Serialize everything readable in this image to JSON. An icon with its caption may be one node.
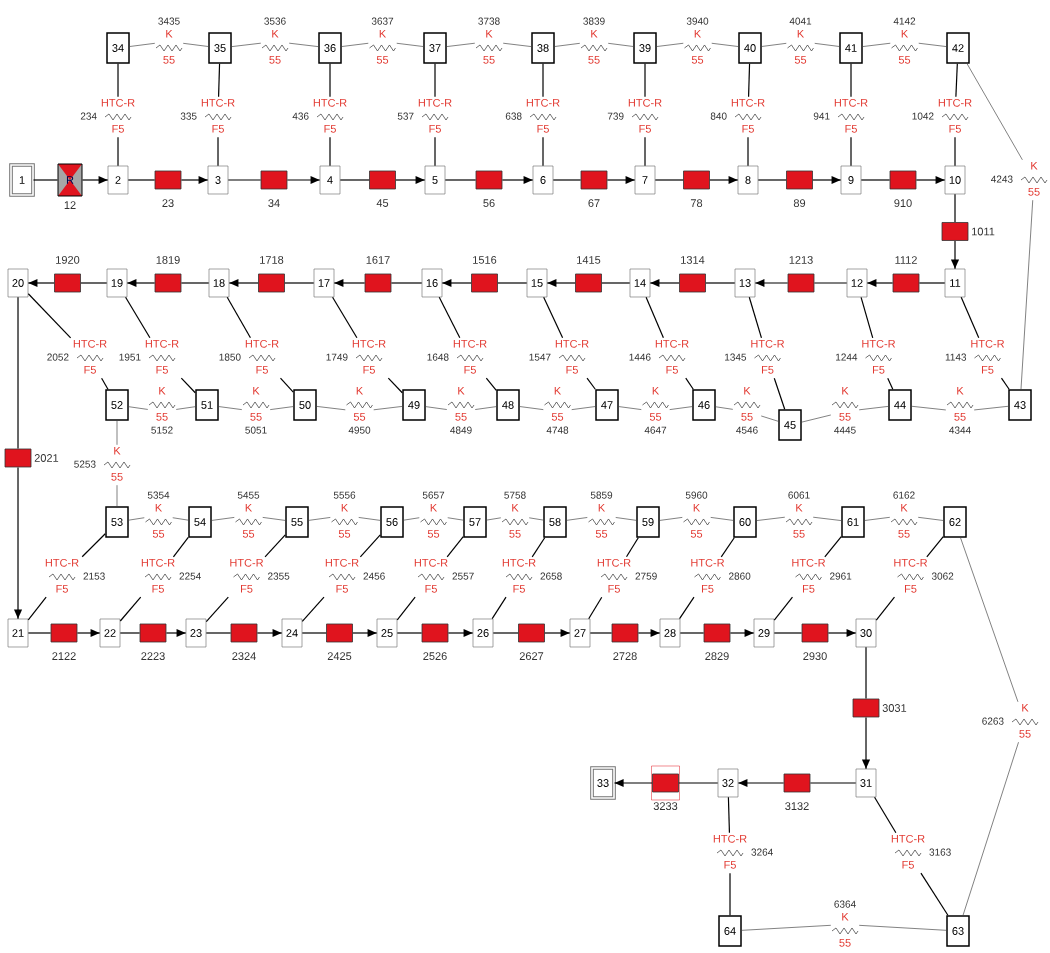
{
  "diagram": {
    "nodes": [
      {
        "text": [
          "1"
        ]
      },
      {
        "text": [
          "2"
        ]
      },
      {
        "text": [
          "3"
        ]
      },
      {
        "text": [
          "4"
        ]
      },
      {
        "text": [
          "5"
        ]
      },
      {
        "text": [
          "6"
        ]
      },
      {
        "text": [
          "7"
        ]
      },
      {
        "text": [
          "8"
        ]
      },
      {
        "text": [
          "9"
        ]
      },
      {
        "text": [
          "10"
        ]
      },
      {
        "text": [
          "11"
        ]
      },
      {
        "text": [
          "12"
        ]
      },
      {
        "text": [
          "13"
        ]
      },
      {
        "text": [
          "14"
        ]
      },
      {
        "text": [
          "15"
        ]
      },
      {
        "text": [
          "16"
        ]
      },
      {
        "text": [
          "17"
        ]
      },
      {
        "text": [
          "18"
        ]
      },
      {
        "text": [
          "19"
        ]
      },
      {
        "text": [
          "20"
        ]
      },
      {
        "text": [
          "21"
        ]
      },
      {
        "text": [
          "22"
        ]
      },
      {
        "text": [
          "23"
        ]
      },
      {
        "text": [
          "24"
        ]
      },
      {
        "text": [
          "25"
        ]
      },
      {
        "text": [
          "26"
        ]
      },
      {
        "text": [
          "27"
        ]
      },
      {
        "text": [
          "28"
        ]
      },
      {
        "text": [
          "29"
        ]
      },
      {
        "text": [
          "30"
        ]
      },
      {
        "text": [
          "31"
        ]
      },
      {
        "text": [
          "32"
        ]
      },
      {
        "text": [
          "33"
        ]
      },
      {
        "text": [
          "34"
        ]
      },
      {
        "text": [
          "35"
        ]
      },
      {
        "text": [
          "36"
        ]
      },
      {
        "text": [
          "37"
        ]
      },
      {
        "text": [
          "38"
        ]
      },
      {
        "text": [
          "39"
        ]
      },
      {
        "text": [
          "40"
        ]
      },
      {
        "text": [
          "41"
        ]
      },
      {
        "text": [
          "42"
        ]
      },
      {
        "text": [
          "43"
        ]
      },
      {
        "text": [
          "44"
        ]
      },
      {
        "text": [
          "45"
        ]
      },
      {
        "text": [
          "46"
        ]
      },
      {
        "text": [
          "47"
        ]
      },
      {
        "text": [
          "48"
        ]
      },
      {
        "text": [
          "49"
        ]
      },
      {
        "text": [
          "50"
        ]
      },
      {
        "text": [
          "51"
        ]
      },
      {
        "text": [
          "52"
        ]
      },
      {
        "text": [
          "53"
        ]
      },
      {
        "text": [
          "54"
        ]
      },
      {
        "text": [
          "55"
        ]
      },
      {
        "text": [
          "56"
        ]
      },
      {
        "text": [
          "57"
        ]
      },
      {
        "text": [
          "58"
        ]
      },
      {
        "text": [
          "59"
        ]
      },
      {
        "text": [
          "60"
        ]
      },
      {
        "text": [
          "61"
        ]
      },
      {
        "text": [
          "62"
        ]
      },
      {
        "text": [
          "63"
        ]
      },
      {
        "text": [
          "64"
        ]
      },
      {
        "text": [
          "R"
        ],
        "beside": [
          "12"
        ]
      },
      {
        "text": [],
        "shape": "box",
        "beside": [
          "23"
        ]
      },
      {
        "text": [],
        "shape": "box",
        "beside": [
          "34"
        ]
      },
      {
        "text": [],
        "shape": "box",
        "beside": [
          "45"
        ]
      },
      {
        "text": [],
        "shape": "box",
        "beside": [
          "56"
        ]
      },
      {
        "text": [],
        "shape": "box",
        "beside": [
          "67"
        ]
      },
      {
        "text": [],
        "shape": "box",
        "beside": [
          "78"
        ]
      },
      {
        "text": [],
        "shape": "box",
        "beside": [
          "89"
        ]
      },
      {
        "text": [],
        "shape": "box",
        "beside": [
          "910"
        ]
      },
      {
        "text": [],
        "shape": "box",
        "beside": [
          "1011"
        ]
      },
      {
        "text": [],
        "shape": "box",
        "beside": [
          "1112"
        ]
      },
      {
        "text": [],
        "shape": "box",
        "beside": [
          "1213"
        ]
      },
      {
        "text": [],
        "shape": "box",
        "beside": [
          "1314"
        ]
      },
      {
        "text": [],
        "shape": "box",
        "beside": [
          "1415"
        ]
      },
      {
        "text": [],
        "shape": "box",
        "beside": [
          "1516"
        ]
      },
      {
        "text": [],
        "shape": "box",
        "beside": [
          "1617"
        ]
      },
      {
        "text": [],
        "shape": "box",
        "beside": [
          "1718"
        ]
      },
      {
        "text": [],
        "shape": "box",
        "beside": [
          "1819"
        ]
      },
      {
        "text": [],
        "shape": "box",
        "beside": [
          "1920"
        ]
      },
      {
        "text": [],
        "shape": "box",
        "beside": [
          "2021"
        ]
      },
      {
        "text": [],
        "shape": "box",
        "beside": [
          "2122"
        ]
      },
      {
        "text": [],
        "shape": "box",
        "beside": [
          "2223"
        ]
      },
      {
        "text": [],
        "shape": "box",
        "beside": [
          "2324"
        ]
      },
      {
        "text": [],
        "shape": "box",
        "beside": [
          "2425"
        ]
      },
      {
        "text": [],
        "shape": "box",
        "beside": [
          "2526"
        ]
      },
      {
        "text": [],
        "shape": "box",
        "beside": [
          "2627"
        ]
      },
      {
        "text": [],
        "shape": "box",
        "beside": [
          "2728"
        ]
      },
      {
        "text": [],
        "shape": "box",
        "beside": [
          "2829"
        ]
      },
      {
        "text": [],
        "shape": "box",
        "beside": [
          "2930"
        ]
      },
      {
        "text": [],
        "shape": "box",
        "beside": [
          "3031"
        ]
      },
      {
        "text": [],
        "shape": "box",
        "beside": [
          "3132"
        ]
      },
      {
        "text": [],
        "shape": "box",
        "beside": [
          "3233"
        ]
      },
      {
        "text": [
          "HTC-R",
          "234",
          "F5"
        ]
      },
      {
        "text": [
          "HTC-R",
          "335",
          "F5"
        ]
      },
      {
        "text": [
          "HTC-R",
          "436",
          "F5"
        ]
      },
      {
        "text": [
          "HTC-R",
          "537",
          "F5"
        ]
      },
      {
        "text": [
          "HTC-R",
          "638",
          "F5"
        ]
      },
      {
        "text": [
          "HTC-R",
          "739",
          "F5"
        ]
      },
      {
        "text": [
          "HTC-R",
          "840",
          "F5"
        ]
      },
      {
        "text": [
          "HTC-R",
          "941",
          "F5"
        ]
      },
      {
        "text": [
          "HTC-R",
          "1042",
          "F5"
        ]
      },
      {
        "text": [
          "HTC-R",
          "1143",
          "F5"
        ]
      },
      {
        "text": [
          "HTC-R",
          "1244",
          "F5"
        ]
      },
      {
        "text": [
          "HTC-R",
          "1345",
          "F5"
        ]
      },
      {
        "text": [
          "HTC-R",
          "1446",
          "F5"
        ]
      },
      {
        "text": [
          "HTC-R",
          "1547",
          "F5"
        ]
      },
      {
        "text": [
          "HTC-R",
          "1648",
          "F5"
        ]
      },
      {
        "text": [
          "HTC-R",
          "1749",
          "F5"
        ]
      },
      {
        "text": [
          "HTC-R",
          "1850",
          "F5"
        ]
      },
      {
        "text": [
          "HTC-R",
          "1951",
          "F5"
        ]
      },
      {
        "text": [
          "HTC-R",
          "2052",
          "F5"
        ]
      },
      {
        "text": [
          "HTC-R",
          "2153",
          "F5"
        ]
      },
      {
        "text": [
          "HTC-R",
          "2254",
          "F5"
        ]
      },
      {
        "text": [
          "HTC-R",
          "2355",
          "F5"
        ]
      },
      {
        "text": [
          "HTC-R",
          "2456",
          "F5"
        ]
      },
      {
        "text": [
          "HTC-R",
          "2557",
          "F5"
        ]
      },
      {
        "text": [
          "HTC-R",
          "2658",
          "F5"
        ]
      },
      {
        "text": [
          "HTC-R",
          "2759",
          "F5"
        ]
      },
      {
        "text": [
          "HTC-R",
          "2860",
          "F5"
        ]
      },
      {
        "text": [
          "HTC-R",
          "2961",
          "F5"
        ]
      },
      {
        "text": [
          "HTC-R",
          "3062",
          "F5"
        ]
      },
      {
        "text": [
          "HTC-R",
          "3163",
          "F5"
        ]
      },
      {
        "text": [
          "HTC-R",
          "3264",
          "F5"
        ]
      },
      {
        "text": [
          "3435",
          "K",
          "55"
        ]
      },
      {
        "text": [
          "3536",
          "K",
          "55"
        ]
      },
      {
        "text": [
          "3637",
          "K",
          "55"
        ]
      },
      {
        "text": [
          "3738",
          "K",
          "55"
        ]
      },
      {
        "text": [
          "3839",
          "K",
          "55"
        ]
      },
      {
        "text": [
          "3940",
          "K",
          "55"
        ]
      },
      {
        "text": [
          "4041",
          "K",
          "55"
        ]
      },
      {
        "text": [
          "4142",
          "K",
          "55"
        ]
      },
      {
        "text": [
          "K",
          "4243",
          "55"
        ]
      },
      {
        "text": [
          "K",
          "55",
          "4344"
        ]
      },
      {
        "text": [
          "K",
          "55",
          "4445"
        ]
      },
      {
        "text": [
          "K",
          "55",
          "4546"
        ]
      },
      {
        "text": [
          "K",
          "55",
          "4647"
        ]
      },
      {
        "text": [
          "K",
          "55",
          "4748"
        ]
      },
      {
        "text": [
          "K",
          "55",
          "4849"
        ]
      },
      {
        "text": [
          "K",
          "55",
          "4950"
        ]
      },
      {
        "text": [
          "K",
          "55",
          "5051"
        ]
      },
      {
        "text": [
          "K",
          "55",
          "5152"
        ]
      },
      {
        "text": [
          "K",
          "5253",
          "55"
        ]
      },
      {
        "text": [
          "5354",
          "K",
          "55"
        ]
      },
      {
        "text": [
          "5455",
          "K",
          "55"
        ]
      },
      {
        "text": [
          "5556",
          "K",
          "55"
        ]
      },
      {
        "text": [
          "5657",
          "K",
          "55"
        ]
      },
      {
        "text": [
          "5758",
          "K",
          "55"
        ]
      },
      {
        "text": [
          "5859",
          "K",
          "55"
        ]
      },
      {
        "text": [
          "5960",
          "K",
          "55"
        ]
      },
      {
        "text": [
          "6061",
          "K",
          "55"
        ]
      },
      {
        "text": [
          "6162",
          "K",
          "55"
        ]
      },
      {
        "text": [
          "K",
          "6263",
          "55"
        ]
      },
      {
        "text": [
          "6364",
          "K",
          "55"
        ]
      }
    ],
    "edges": [
      {
        "from": 0,
        "to": 64,
        "arrow": "none"
      },
      {
        "from": 64,
        "to": 1,
        "arrow": "to"
      },
      {
        "from": 1,
        "to": 65,
        "arrow": "none"
      },
      {
        "from": 65,
        "to": 2,
        "arrow": "to"
      },
      {
        "from": 2,
        "to": 66,
        "arrow": "none"
      },
      {
        "from": 66,
        "to": 3,
        "arrow": "to"
      },
      {
        "from": 3,
        "to": 67,
        "arrow": "none"
      },
      {
        "from": 67,
        "to": 4,
        "arrow": "to"
      },
      {
        "from": 4,
        "to": 68,
        "arrow": "none"
      },
      {
        "from": 68,
        "to": 5,
        "arrow": "to"
      },
      {
        "from": 5,
        "to": 69,
        "arrow": "none"
      },
      {
        "from": 69,
        "to": 6,
        "arrow": "to"
      },
      {
        "from": 6,
        "to": 70,
        "arrow": "none"
      },
      {
        "from": 70,
        "to": 7,
        "arrow": "to"
      },
      {
        "from": 7,
        "to": 71,
        "arrow": "none"
      },
      {
        "from": 71,
        "to": 8,
        "arrow": "to"
      },
      {
        "from": 8,
        "to": 72,
        "arrow": "none"
      },
      {
        "from": 72,
        "to": 9,
        "arrow": "to"
      },
      {
        "from": 9,
        "to": 73,
        "arrow": "none"
      },
      {
        "from": 73,
        "to": 10,
        "arrow": "to"
      },
      {
        "from": 10,
        "to": 74,
        "arrow": "none"
      },
      {
        "from": 74,
        "to": 11,
        "arrow": "to"
      },
      {
        "from": 11,
        "to": 75,
        "arrow": "none"
      },
      {
        "from": 75,
        "to": 12,
        "arrow": "to"
      },
      {
        "from": 12,
        "to": 76,
        "arrow": "none"
      },
      {
        "from": 76,
        "to": 13,
        "arrow": "to"
      },
      {
        "from": 13,
        "to": 77,
        "arrow": "none"
      },
      {
        "from": 77,
        "to": 14,
        "arrow": "to"
      },
      {
        "from": 14,
        "to": 78,
        "arrow": "none"
      },
      {
        "from": 78,
        "to": 15,
        "arrow": "to"
      },
      {
        "from": 15,
        "to": 79,
        "arrow": "none"
      },
      {
        "from": 79,
        "to": 16,
        "arrow": "to"
      },
      {
        "from": 16,
        "to": 80,
        "arrow": "none"
      },
      {
        "from": 80,
        "to": 17,
        "arrow": "to"
      },
      {
        "from": 17,
        "to": 81,
        "arrow": "none"
      },
      {
        "from": 81,
        "to": 18,
        "arrow": "to"
      },
      {
        "from": 18,
        "to": 82,
        "arrow": "none"
      },
      {
        "from": 82,
        "to": 19,
        "arrow": "to"
      },
      {
        "from": 19,
        "to": 83,
        "arrow": "none"
      },
      {
        "from": 83,
        "to": 20,
        "arrow": "to"
      },
      {
        "from": 20,
        "to": 84,
        "arrow": "none"
      },
      {
        "from": 84,
        "to": 21,
        "arrow": "to"
      },
      {
        "from": 21,
        "to": 85,
        "arrow": "none"
      },
      {
        "from": 85,
        "to": 22,
        "arrow": "to"
      },
      {
        "from": 22,
        "to": 86,
        "arrow": "none"
      },
      {
        "from": 86,
        "to": 23,
        "arrow": "to"
      },
      {
        "from": 23,
        "to": 87,
        "arrow": "none"
      },
      {
        "from": 87,
        "to": 24,
        "arrow": "to"
      },
      {
        "from": 24,
        "to": 88,
        "arrow": "none"
      },
      {
        "from": 88,
        "to": 25,
        "arrow": "to"
      },
      {
        "from": 25,
        "to": 89,
        "arrow": "none"
      },
      {
        "from": 89,
        "to": 26,
        "arrow": "to"
      },
      {
        "from": 26,
        "to": 90,
        "arrow": "none"
      },
      {
        "from": 90,
        "to": 27,
        "arrow": "to"
      },
      {
        "from": 27,
        "to": 91,
        "arrow": "none"
      },
      {
        "from": 91,
        "to": 28,
        "arrow": "to"
      },
      {
        "from": 28,
        "to": 92,
        "arrow": "none"
      },
      {
        "from": 92,
        "to": 29,
        "arrow": "to"
      },
      {
        "from": 29,
        "to": 93,
        "arrow": "none"
      },
      {
        "from": 93,
        "to": 30,
        "arrow": "to"
      },
      {
        "from": 30,
        "to": 94,
        "arrow": "none"
      },
      {
        "from": 94,
        "to": 31,
        "arrow": "to"
      },
      {
        "from": 31,
        "to": 95,
        "arrow": "none"
      },
      {
        "from": 95,
        "to": 32,
        "arrow": "to"
      },
      {
        "from": 1,
        "to": 96,
        "arrow": "none"
      },
      {
        "from": 96,
        "to": 33,
        "arrow": "none"
      },
      {
        "from": 2,
        "to": 97,
        "arrow": "none"
      },
      {
        "from": 97,
        "to": 34,
        "arrow": "none"
      },
      {
        "from": 3,
        "to": 98,
        "arrow": "none"
      },
      {
        "from": 98,
        "to": 35,
        "arrow": "none"
      },
      {
        "from": 4,
        "to": 99,
        "arrow": "none"
      },
      {
        "from": 99,
        "to": 36,
        "arrow": "none"
      },
      {
        "from": 5,
        "to": 100,
        "arrow": "none"
      },
      {
        "from": 100,
        "to": 37,
        "arrow": "none"
      },
      {
        "from": 6,
        "to": 101,
        "arrow": "none"
      },
      {
        "from": 101,
        "to": 38,
        "arrow": "none"
      },
      {
        "from": 7,
        "to": 102,
        "arrow": "none"
      },
      {
        "from": 102,
        "to": 39,
        "arrow": "none"
      },
      {
        "from": 8,
        "to": 103,
        "arrow": "none"
      },
      {
        "from": 103,
        "to": 40,
        "arrow": "none"
      },
      {
        "from": 9,
        "to": 104,
        "arrow": "none"
      },
      {
        "from": 104,
        "to": 41,
        "arrow": "none"
      },
      {
        "from": 10,
        "to": 105,
        "arrow": "none"
      },
      {
        "from": 105,
        "to": 42,
        "arrow": "none"
      },
      {
        "from": 11,
        "to": 106,
        "arrow": "none"
      },
      {
        "from": 106,
        "to": 43,
        "arrow": "none"
      },
      {
        "from": 12,
        "to": 107,
        "arrow": "none"
      },
      {
        "from": 107,
        "to": 44,
        "arrow": "none"
      },
      {
        "from": 13,
        "to": 108,
        "arrow": "none"
      },
      {
        "from": 108,
        "to": 45,
        "arrow": "none"
      },
      {
        "from": 14,
        "to": 109,
        "arrow": "none"
      },
      {
        "from": 109,
        "to": 46,
        "arrow": "none"
      },
      {
        "from": 15,
        "to": 110,
        "arrow": "none"
      },
      {
        "from": 110,
        "to": 47,
        "arrow": "none"
      },
      {
        "from": 16,
        "to": 111,
        "arrow": "none"
      },
      {
        "from": 111,
        "to": 48,
        "arrow": "none"
      },
      {
        "from": 17,
        "to": 112,
        "arrow": "none"
      },
      {
        "from": 112,
        "to": 49,
        "arrow": "none"
      },
      {
        "from": 18,
        "to": 113,
        "arrow": "none"
      },
      {
        "from": 113,
        "to": 50,
        "arrow": "none"
      },
      {
        "from": 19,
        "to": 114,
        "arrow": "none"
      },
      {
        "from": 114,
        "to": 51,
        "arrow": "none"
      },
      {
        "from": 20,
        "to": 115,
        "arrow": "none"
      },
      {
        "from": 115,
        "to": 52,
        "arrow": "none"
      },
      {
        "from": 21,
        "to": 116,
        "arrow": "none"
      },
      {
        "from": 116,
        "to": 53,
        "arrow": "none"
      },
      {
        "from": 22,
        "to": 117,
        "arrow": "none"
      },
      {
        "from": 117,
        "to": 54,
        "arrow": "none"
      },
      {
        "from": 23,
        "to": 118,
        "arrow": "none"
      },
      {
        "from": 118,
        "to": 55,
        "arrow": "none"
      },
      {
        "from": 24,
        "to": 119,
        "arrow": "none"
      },
      {
        "from": 119,
        "to": 56,
        "arrow": "none"
      },
      {
        "from": 25,
        "to": 120,
        "arrow": "none"
      },
      {
        "from": 120,
        "to": 57,
        "arrow": "none"
      },
      {
        "from": 26,
        "to": 121,
        "arrow": "none"
      },
      {
        "from": 121,
        "to": 58,
        "arrow": "none"
      },
      {
        "from": 27,
        "to": 122,
        "arrow": "none"
      },
      {
        "from": 122,
        "to": 59,
        "arrow": "none"
      },
      {
        "from": 28,
        "to": 123,
        "arrow": "none"
      },
      {
        "from": 123,
        "to": 60,
        "arrow": "none"
      },
      {
        "from": 29,
        "to": 124,
        "arrow": "none"
      },
      {
        "from": 124,
        "to": 61,
        "arrow": "none"
      },
      {
        "from": 30,
        "to": 125,
        "arrow": "none"
      },
      {
        "from": 125,
        "to": 62,
        "arrow": "none"
      },
      {
        "from": 31,
        "to": 126,
        "arrow": "none"
      },
      {
        "from": 126,
        "to": 63,
        "arrow": "none"
      },
      {
        "from": 33,
        "to": 127,
        "arrow": "none"
      },
      {
        "from": 127,
        "to": 34,
        "arrow": "none"
      },
      {
        "from": 34,
        "to": 128,
        "arrow": "none"
      },
      {
        "from": 128,
        "to": 35,
        "arrow": "none"
      },
      {
        "from": 35,
        "to": 129,
        "arrow": "none"
      },
      {
        "from": 129,
        "to": 36,
        "arrow": "none"
      },
      {
        "from": 36,
        "to": 130,
        "arrow": "none"
      },
      {
        "from": 130,
        "to": 37,
        "arrow": "none"
      },
      {
        "from": 37,
        "to": 131,
        "arrow": "none"
      },
      {
        "from": 131,
        "to": 38,
        "arrow": "none"
      },
      {
        "from": 38,
        "to": 132,
        "arrow": "none"
      },
      {
        "from": 132,
        "to": 39,
        "arrow": "none"
      },
      {
        "from": 39,
        "to": 133,
        "arrow": "none"
      },
      {
        "from": 133,
        "to": 40,
        "arrow": "none"
      },
      {
        "from": 40,
        "to": 134,
        "arrow": "none"
      },
      {
        "from": 134,
        "to": 41,
        "arrow": "none"
      },
      {
        "from": 41,
        "to": 135,
        "arrow": "none"
      },
      {
        "from": 135,
        "to": 42,
        "arrow": "none"
      },
      {
        "from": 42,
        "to": 136,
        "arrow": "none"
      },
      {
        "from": 136,
        "to": 43,
        "arrow": "none"
      },
      {
        "from": 43,
        "to": 137,
        "arrow": "none"
      },
      {
        "from": 137,
        "to": 44,
        "arrow": "none"
      },
      {
        "from": 44,
        "to": 138,
        "arrow": "none"
      },
      {
        "from": 138,
        "to": 45,
        "arrow": "none"
      },
      {
        "from": 45,
        "to": 139,
        "arrow": "none"
      },
      {
        "from": 139,
        "to": 46,
        "arrow": "none"
      },
      {
        "from": 46,
        "to": 140,
        "arrow": "none"
      },
      {
        "from": 140,
        "to": 47,
        "arrow": "none"
      },
      {
        "from": 47,
        "to": 141,
        "arrow": "none"
      },
      {
        "from": 141,
        "to": 48,
        "arrow": "none"
      },
      {
        "from": 48,
        "to": 142,
        "arrow": "none"
      },
      {
        "from": 142,
        "to": 49,
        "arrow": "none"
      },
      {
        "from": 49,
        "to": 143,
        "arrow": "none"
      },
      {
        "from": 143,
        "to": 50,
        "arrow": "none"
      },
      {
        "from": 50,
        "to": 144,
        "arrow": "none"
      },
      {
        "from": 144,
        "to": 51,
        "arrow": "none"
      },
      {
        "from": 51,
        "to": 145,
        "arrow": "none"
      },
      {
        "from": 145,
        "to": 52,
        "arrow": "none"
      },
      {
        "from": 52,
        "to": 146,
        "arrow": "none"
      },
      {
        "from": 146,
        "to": 53,
        "arrow": "none"
      },
      {
        "from": 53,
        "to": 147,
        "arrow": "none"
      },
      {
        "from": 147,
        "to": 54,
        "arrow": "none"
      },
      {
        "from": 54,
        "to": 148,
        "arrow": "none"
      },
      {
        "from": 148,
        "to": 55,
        "arrow": "none"
      },
      {
        "from": 55,
        "to": 149,
        "arrow": "none"
      },
      {
        "from": 149,
        "to": 56,
        "arrow": "none"
      },
      {
        "from": 56,
        "to": 150,
        "arrow": "none"
      },
      {
        "from": 150,
        "to": 57,
        "arrow": "none"
      },
      {
        "from": 57,
        "to": 151,
        "arrow": "none"
      },
      {
        "from": 151,
        "to": 58,
        "arrow": "none"
      },
      {
        "from": 58,
        "to": 152,
        "arrow": "none"
      },
      {
        "from": 152,
        "to": 59,
        "arrow": "none"
      },
      {
        "from": 59,
        "to": 153,
        "arrow": "none"
      },
      {
        "from": 153,
        "to": 60,
        "arrow": "none"
      },
      {
        "from": 60,
        "to": 154,
        "arrow": "none"
      },
      {
        "from": 154,
        "to": 61,
        "arrow": "none"
      },
      {
        "from": 61,
        "to": 155,
        "arrow": "none"
      },
      {
        "from": 155,
        "to": 62,
        "arrow": "none"
      },
      {
        "from": 62,
        "to": 156,
        "arrow": "none"
      },
      {
        "from": 156,
        "to": 63,
        "arrow": "none"
      }
    ]
  }
}
